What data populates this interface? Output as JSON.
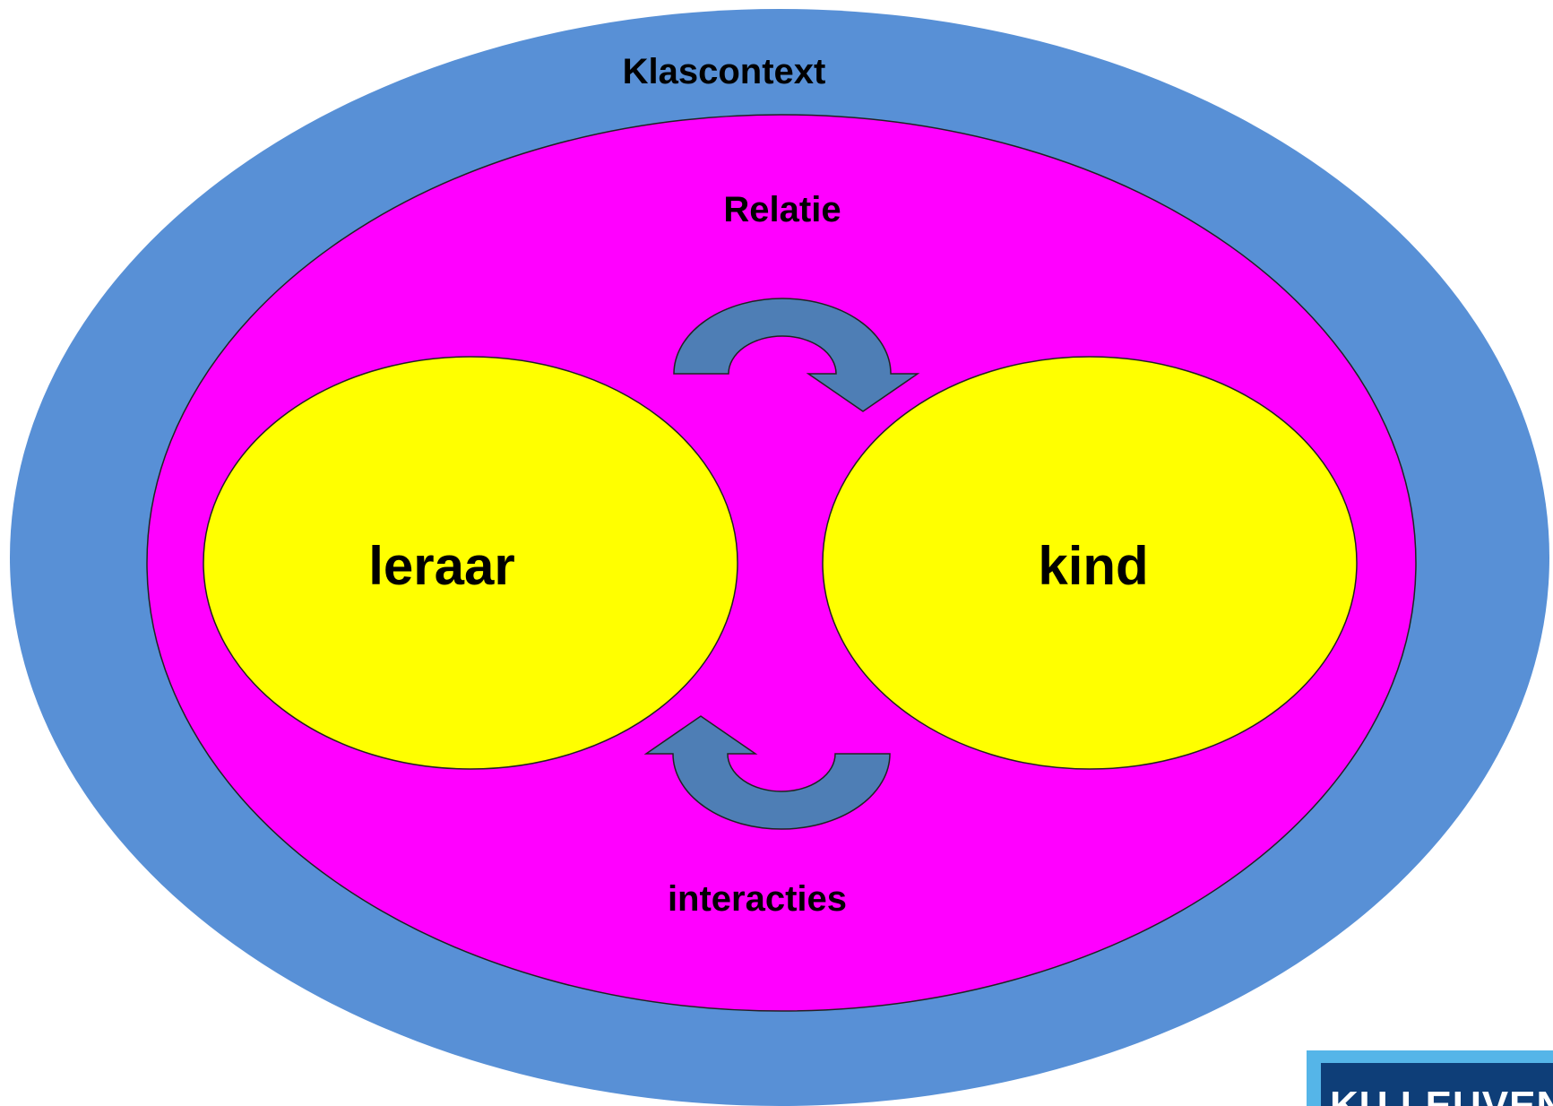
{
  "diagram": {
    "outer": {
      "label": "Klascontext",
      "color": "#5890D6"
    },
    "middle": {
      "label": "Relatie",
      "color": "#FF00FF"
    },
    "nodes": [
      {
        "label": "leraar",
        "color": "#FFFF00"
      },
      {
        "label": "kind",
        "color": "#FFFF00"
      }
    ],
    "connector_label": "interacties",
    "arrow_color": "#4E7EB5",
    "logo_text": "KU LEUVEN",
    "logo_colors": {
      "frame": "#55B5E8",
      "panel": "#0E3E78",
      "text": "#FFFFFF"
    }
  }
}
